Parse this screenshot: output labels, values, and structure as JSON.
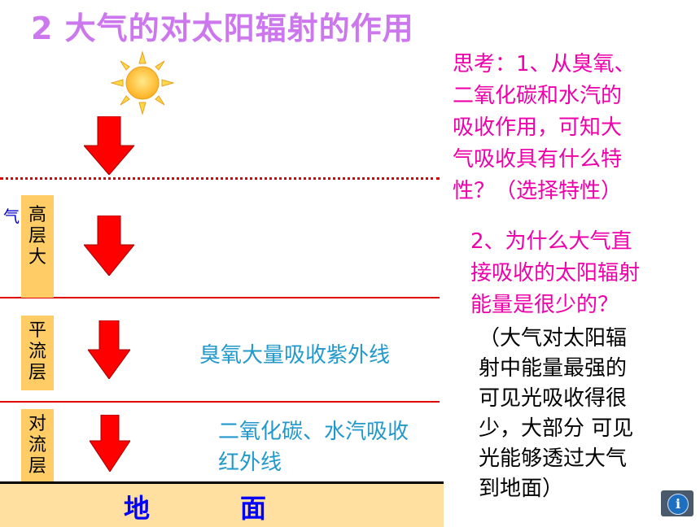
{
  "title": "2 大气的对太阳辐射的作用",
  "layers": {
    "upper": [
      "高",
      "层",
      "大"
    ],
    "upper_side": "气",
    "strato": [
      "平",
      "流",
      "层"
    ],
    "tropo": [
      "对",
      "流",
      "层"
    ]
  },
  "ground": [
    "地",
    "面"
  ],
  "labels": {
    "ozone": "臭氧大量吸收紫外线",
    "co2_line1": "二氧化碳、水汽吸收",
    "co2_line2": "红外线"
  },
  "think": {
    "lines": [
      "思考：1、从臭氧、",
      "二氧化碳和水汽的",
      "吸收作用，可知大",
      "气吸收具有什么特",
      "性？（选择特性）"
    ],
    "q2_lines": [
      "2、为什么大气直",
      "接吸收的太阳辐射",
      "能量是很少的？"
    ],
    "answer_lines": [
      "（大气对太阳辐",
      "射中能量最强的",
      "可见光吸收得很",
      "少，大部分 可见",
      "光能够透过大气",
      "到地面）"
    ]
  },
  "colors": {
    "arrow": "#ff0000",
    "layer_bg": "#ffcc66",
    "title": "#cc77ee",
    "magenta": "#ee00aa",
    "cyan": "#2299cc"
  },
  "icons": {
    "sun": "sun-icon",
    "info": "info-icon"
  }
}
